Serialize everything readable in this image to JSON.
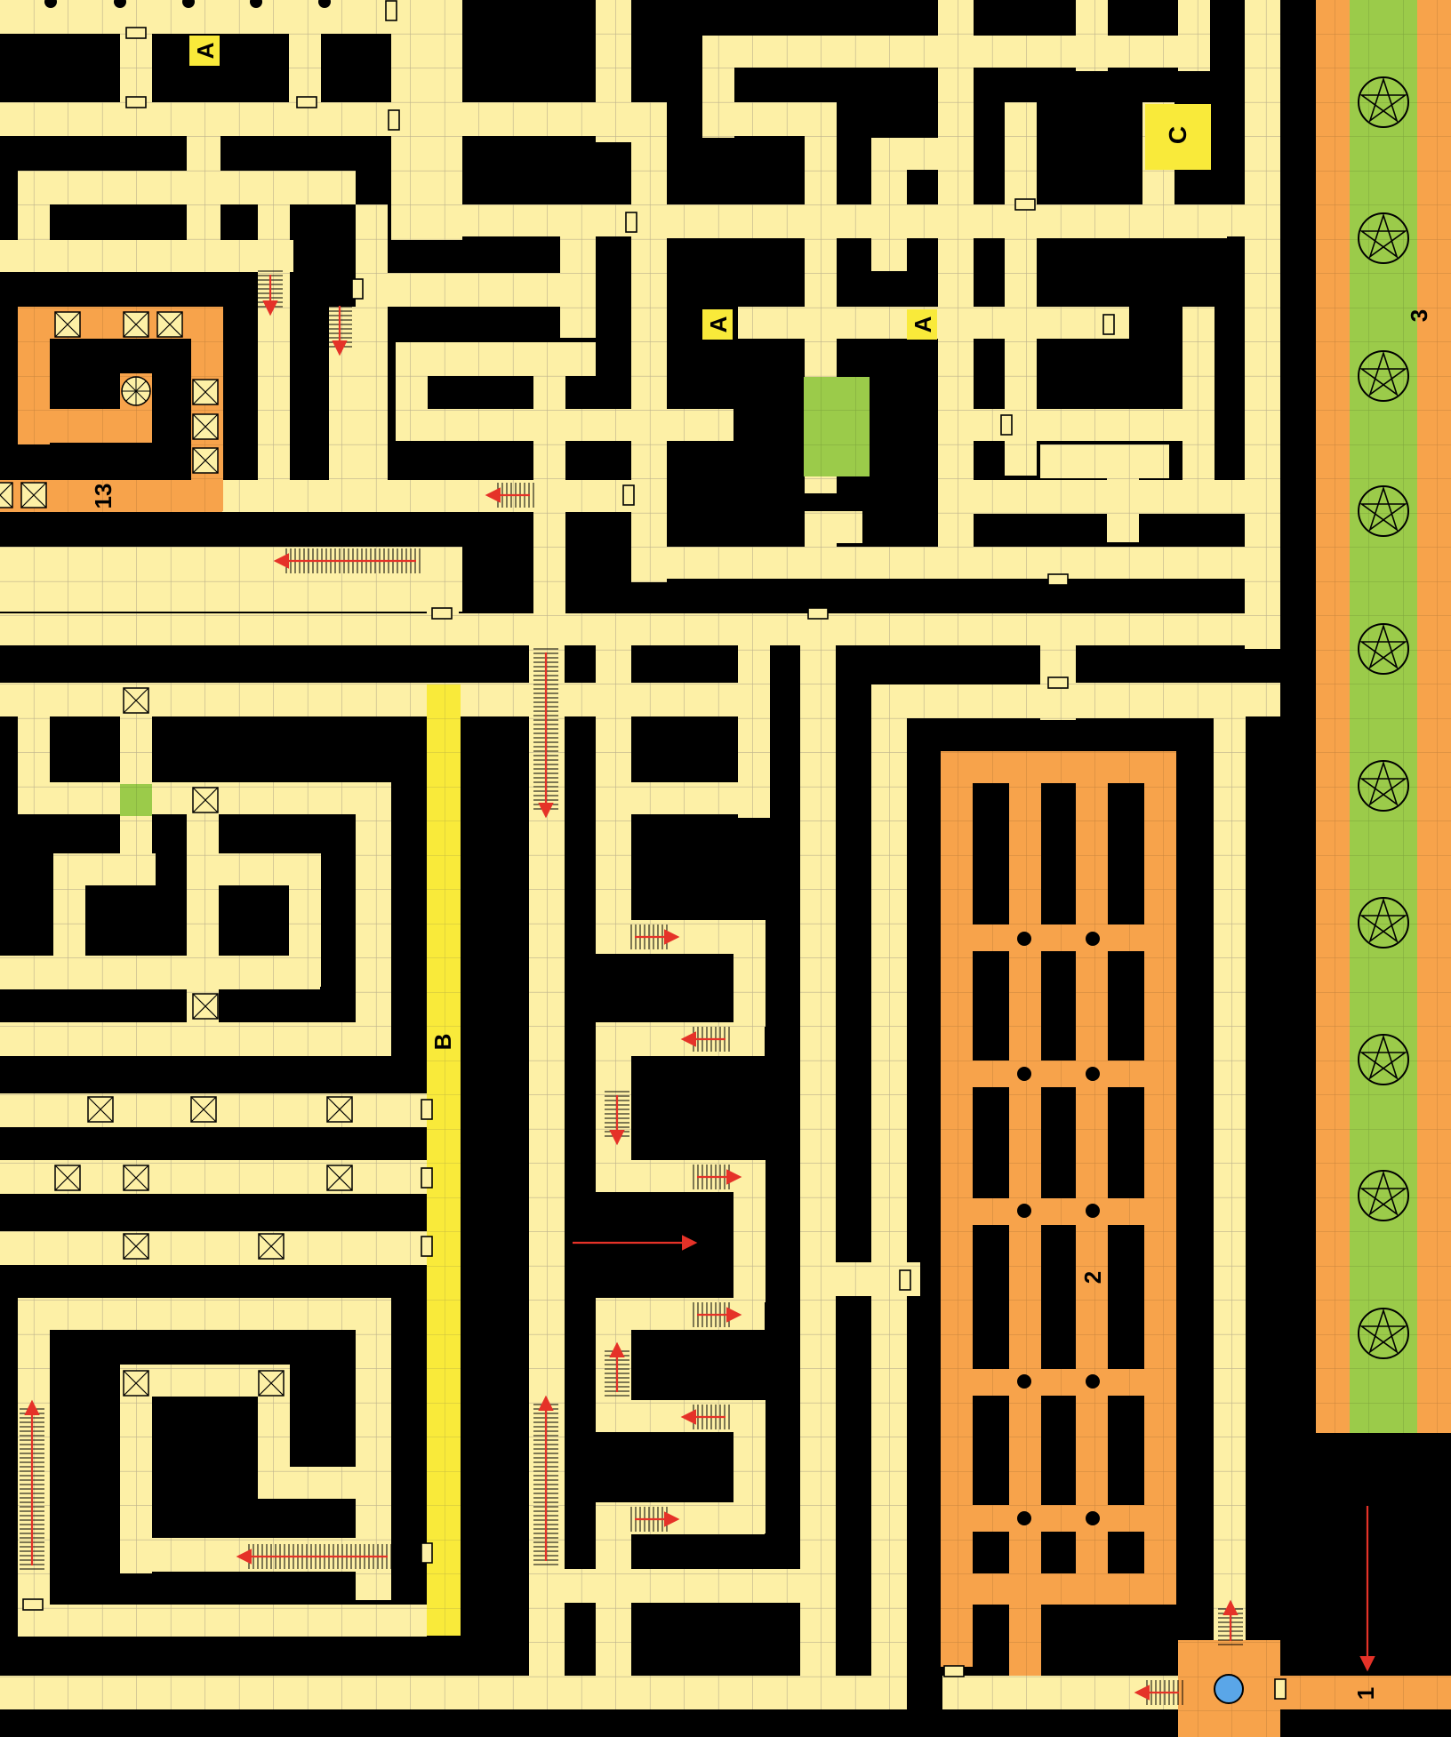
{
  "map": {
    "colors": {
      "background": "#000000",
      "corridor": "#FDF0A6",
      "grid_line": "#B9AE88",
      "orange_room": "#F7A34B",
      "green_cell": "#9BCB4A",
      "yellow_marker": "#F9EA3A",
      "arrow": "#E53228"
    },
    "labels": {
      "a1": "A",
      "a2": "A",
      "a3": "A",
      "b": "B",
      "c": "C",
      "room_13": "13",
      "room_1": "1",
      "room_2": "2",
      "room_3": "3"
    },
    "legend_icons": [
      "door-icon",
      "crate-icon",
      "pentagram-icon",
      "stairs-icon",
      "arrow-icon",
      "pit-icon",
      "start-marker-icon"
    ]
  }
}
